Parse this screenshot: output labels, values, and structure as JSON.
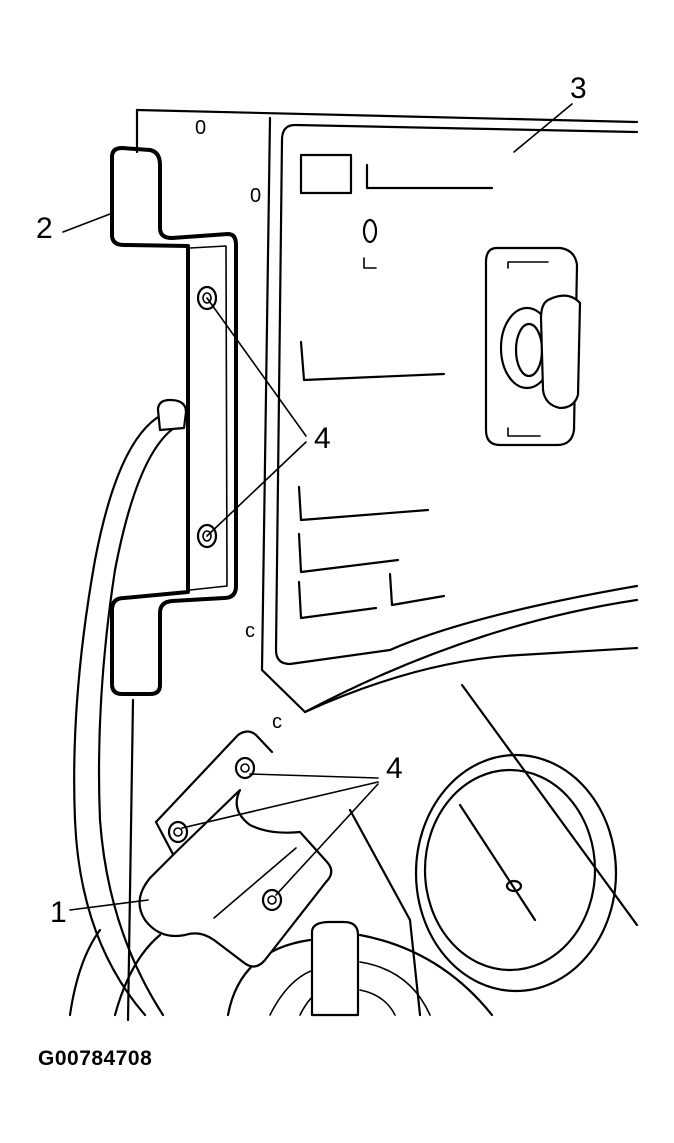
{
  "figure": {
    "id": "G00784708",
    "callouts": {
      "c1": "1",
      "c2": "2",
      "c3": "3",
      "c4_upper": "4",
      "c4_lower": "4"
    },
    "panel_marks": {
      "m1": "0",
      "m2": "0",
      "m3": "c",
      "m4": "c"
    }
  }
}
